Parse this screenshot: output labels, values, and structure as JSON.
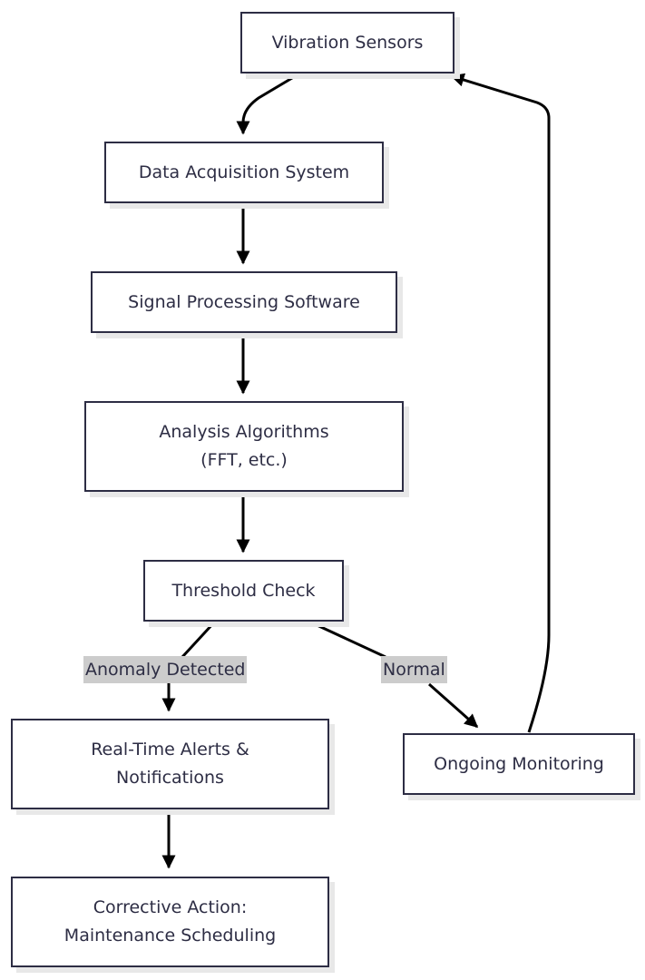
{
  "diagram": {
    "type": "flowchart",
    "nodes": {
      "vibration_sensors": "Vibration Sensors",
      "data_acquisition": "Data Acquisition System",
      "signal_processing": "Signal Processing Software",
      "analysis_algorithms": "Analysis Algorithms (FFT, etc.)",
      "threshold_check": "Threshold Check",
      "realtime_alerts": "Real-Time Alerts & Notifications",
      "corrective_action": "Corrective Action: Maintenance Scheduling",
      "ongoing_monitoring": "Ongoing Monitoring"
    },
    "edge_labels": {
      "anomaly": "Anomaly Detected",
      "normal": "Normal"
    },
    "edges": [
      {
        "from": "vibration_sensors",
        "to": "data_acquisition"
      },
      {
        "from": "data_acquisition",
        "to": "signal_processing"
      },
      {
        "from": "signal_processing",
        "to": "analysis_algorithms"
      },
      {
        "from": "analysis_algorithms",
        "to": "threshold_check"
      },
      {
        "from": "threshold_check",
        "to": "realtime_alerts",
        "label": "Anomaly Detected"
      },
      {
        "from": "threshold_check",
        "to": "ongoing_monitoring",
        "label": "Normal"
      },
      {
        "from": "realtime_alerts",
        "to": "corrective_action"
      },
      {
        "from": "ongoing_monitoring",
        "to": "vibration_sensors"
      }
    ],
    "colors": {
      "node_border": "#2d2d44",
      "text": "#2d2d44",
      "edge": "#000000",
      "label_bg": "#cccccc"
    }
  }
}
